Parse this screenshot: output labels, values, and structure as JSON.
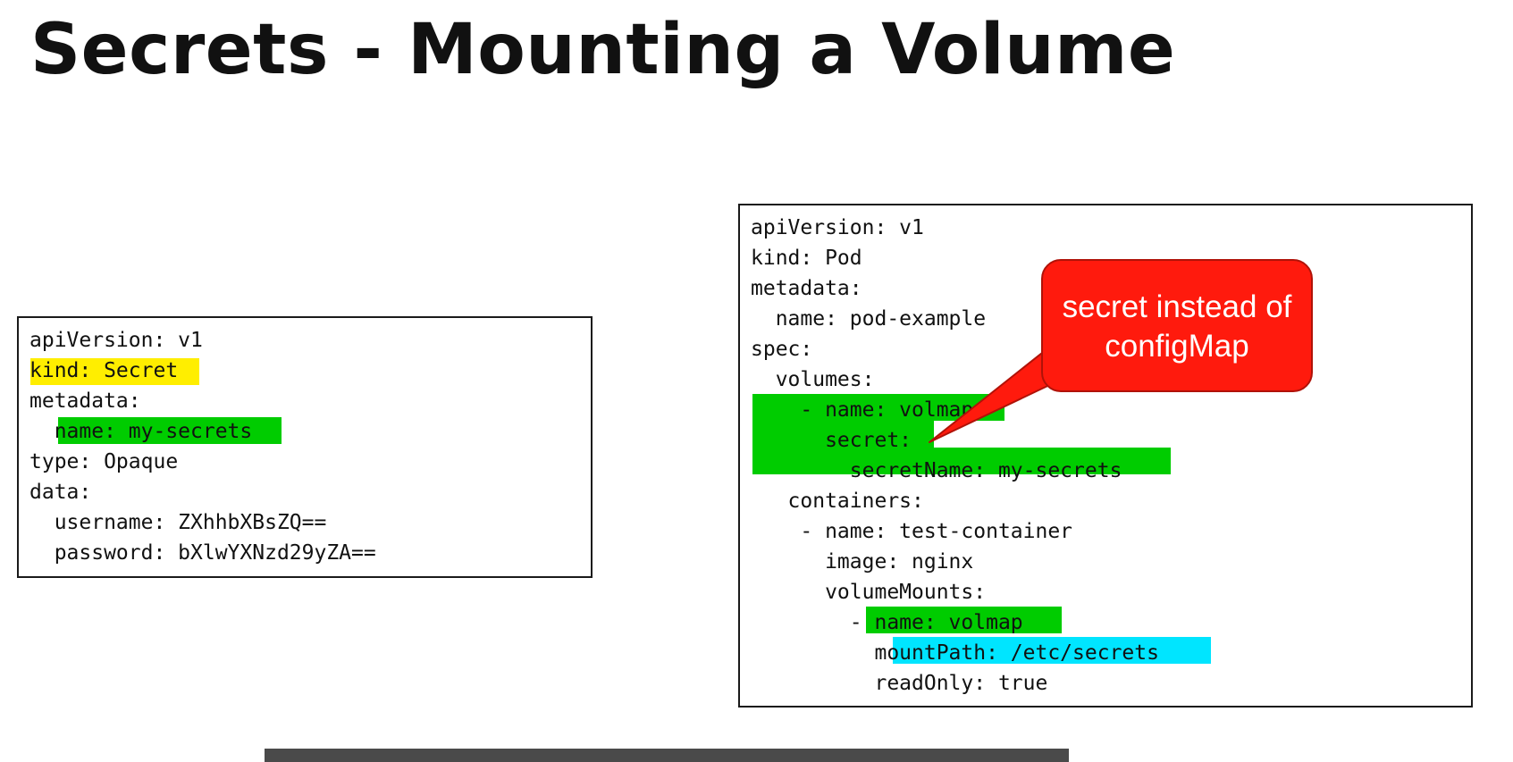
{
  "slide": {
    "title": "Secrets - Mounting a Volume"
  },
  "secret_yaml": {
    "lines": [
      "apiVersion: v1",
      "kind: Secret",
      "metadata:",
      "  name: my-secrets",
      "type: Opaque",
      "data:",
      "  username: ZXhhbXBsZQ==",
      "  password: bXlwYXNzd29yZA=="
    ]
  },
  "pod_yaml": {
    "lines": [
      "apiVersion: v1",
      "kind: Pod",
      "metadata:",
      "  name: pod-example",
      "spec:",
      "  volumes:",
      "    - name: volmap",
      "      secret:",
      "        secretName: my-secrets",
      "   containers:",
      "    - name: test-container",
      "      image: nginx",
      "      volumeMounts:",
      "        - name: volmap",
      "          mountPath: /etc/secrets",
      "          readOnly: true"
    ]
  },
  "callout": {
    "line1": "secret instead of",
    "line2": "configMap"
  },
  "colors": {
    "highlight_yellow": "#ffee00",
    "highlight_green": "#00cc00",
    "highlight_cyan": "#00e5ff",
    "callout_red": "#ff1a0d"
  }
}
